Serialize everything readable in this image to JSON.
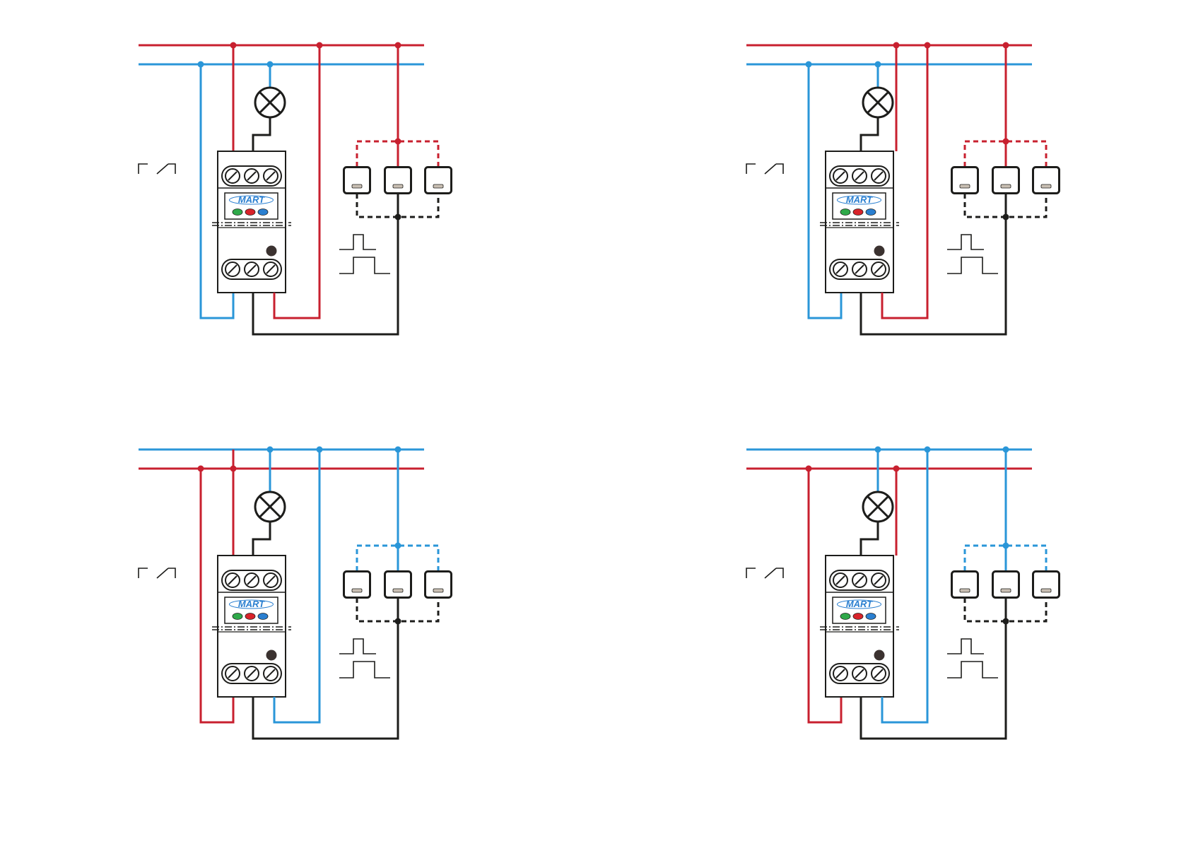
{
  "colors": {
    "phase": "#c8202f",
    "neutral": "#2a96d8",
    "control": "#1d1d1b",
    "lamp": "#1d1d1b",
    "led_green": "#2fa94a",
    "led_red": "#d8232a",
    "led_blue": "#2a7fd0",
    "logo_blue": "#2a7fd0",
    "dot_dark": "#3b3230",
    "indicator_fill": "#c9bfb3"
  },
  "device": {
    "brand": "MART",
    "led_colors": [
      "green",
      "red",
      "blue"
    ]
  },
  "icons": [
    "lamp-icon",
    "contact-symbol-icon",
    "pulse-icon",
    "screw-terminal-icon",
    "push-button-icon"
  ],
  "diagrams": [
    {
      "id": "top-left",
      "top_line": "phase",
      "bottom_line": "neutral",
      "variant": "a"
    },
    {
      "id": "top-right",
      "top_line": "phase",
      "bottom_line": "neutral",
      "variant": "b"
    },
    {
      "id": "bottom-left",
      "top_line": "neutral",
      "bottom_line": "phase",
      "variant": "a"
    },
    {
      "id": "bottom-right",
      "top_line": "neutral",
      "bottom_line": "phase",
      "variant": "b"
    }
  ]
}
